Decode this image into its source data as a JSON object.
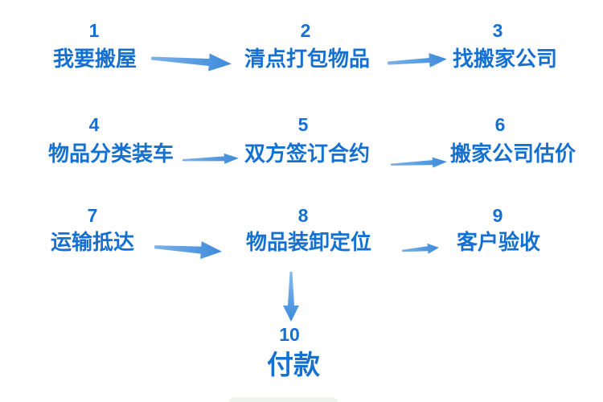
{
  "diagram": {
    "type": "flowchart",
    "subject": "moving-house process steps",
    "colors": {
      "step_text": "#1470d1",
      "arrow": "#4a90dd",
      "background": "#ffffff"
    },
    "steps": [
      {
        "number": "1",
        "label": "我要搬屋"
      },
      {
        "number": "2",
        "label": "清点打包物品"
      },
      {
        "number": "3",
        "label": "找搬家公司"
      },
      {
        "number": "4",
        "label": "物品分类装车"
      },
      {
        "number": "5",
        "label": "双方签订合约"
      },
      {
        "number": "6",
        "label": "搬家公司估价"
      },
      {
        "number": "7",
        "label": "运输抵达"
      },
      {
        "number": "8",
        "label": "物品装卸定位"
      },
      {
        "number": "9",
        "label": "客户验收"
      },
      {
        "number": "10",
        "label": "付款"
      }
    ],
    "arrows": [
      {
        "name": "arrow-step1-to-step2",
        "direction": "right"
      },
      {
        "name": "arrow-step2-to-step3",
        "direction": "right"
      },
      {
        "name": "arrow-step4-to-step5",
        "direction": "right"
      },
      {
        "name": "arrow-step5-to-step6",
        "direction": "right"
      },
      {
        "name": "arrow-step7-to-step8",
        "direction": "right"
      },
      {
        "name": "arrow-step8-to-step9",
        "direction": "right"
      },
      {
        "name": "arrow-step8-to-step10",
        "direction": "down"
      }
    ]
  }
}
